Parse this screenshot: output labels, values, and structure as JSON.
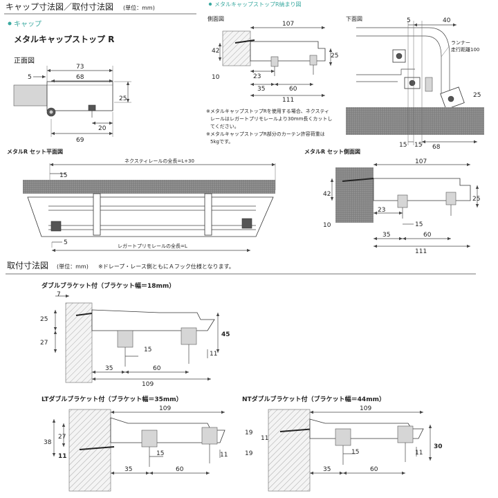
{
  "cap_section": {
    "title": "キャップ寸法図／取付寸法図",
    "unit": "(単位：mm)",
    "cap_label": "キャップ",
    "product_name": "メタルキャップストップ R",
    "front_view_label": "正面図",
    "dims": {
      "w73": "73",
      "w68": "68",
      "w5": "5",
      "h25": "25",
      "w20": "20",
      "w69": "69"
    }
  },
  "install_section": {
    "title": "メタルキャップストップR納まり図",
    "side_label": "側面図",
    "bottom_label": "下面図",
    "side_dims": {
      "d107": "107",
      "d42": "42",
      "d10": "10",
      "d25": "25",
      "d23": "23",
      "d35": "35",
      "d60": "60",
      "d111": "111"
    },
    "bottom_dims": {
      "d5": "5",
      "d40": "40",
      "runner": "ランナー",
      "runner_range": "走行距離100",
      "d15a": "15",
      "d15b": "15",
      "d68": "68",
      "d25": "25"
    },
    "notes": [
      "※メタルキャップストップRを使用する場合、ネクスティ",
      "レールはレガートプリモレールより30mm長くカットし",
      "てください。",
      "※メタルキャップストップR部分のカーテン許容荷重は",
      "5kgです。"
    ]
  },
  "set_plan": {
    "title": "メタルR セット平面図",
    "top_rail_label": "ネクスティレールの全長=L+30",
    "bottom_rail_label": "レガートプリモレールの全長=L",
    "dims": {
      "d15": "15",
      "d5": "5"
    }
  },
  "set_side": {
    "title": "メタルR セット側面図",
    "dims": {
      "d107": "107",
      "d42": "42",
      "d10": "10",
      "d25": "25",
      "d23": "23",
      "d15": "15",
      "d35": "35",
      "d60": "60",
      "d111": "111"
    }
  },
  "mount_section": {
    "title": "取付寸法図",
    "unit": "(単位：mm)",
    "note": "※ドレープ・レース側ともにＡフック仕様となります。"
  },
  "double_bracket": {
    "title": "ダブルブラケット付（ブラケット幅＝18mm）",
    "dims": {
      "d7": "7",
      "d25": "25",
      "d27": "27",
      "d45": "45",
      "d15": "15",
      "d11": "11",
      "d35": "35",
      "d60": "60",
      "d109": "109"
    }
  },
  "lt_bracket": {
    "title": "LTダブルブラケット付（ブラケット幅＝35mm）",
    "dims": {
      "d109": "109",
      "d38": "38",
      "d27": "27",
      "d11": "11",
      "d15": "15",
      "d11b": "11",
      "d35": "35",
      "d60": "60"
    }
  },
  "nt_bracket": {
    "title": "NTダブルブラケット付（ブラケット幅＝44mm）",
    "dims": {
      "d109": "109",
      "d19": "19",
      "d11": "11",
      "d19b": "19",
      "d30": "30",
      "d15": "15",
      "d11b": "11",
      "d35": "35",
      "d60": "60"
    }
  }
}
